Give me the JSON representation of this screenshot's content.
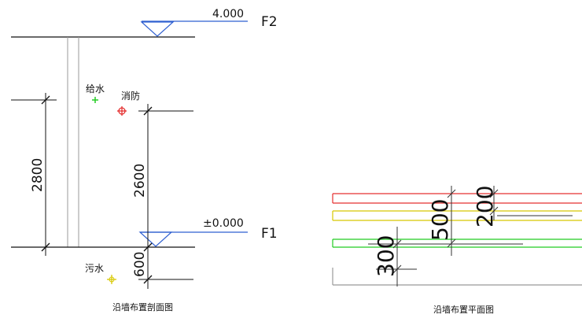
{
  "section": {
    "caption": "沿墙布置剖面图",
    "levels": [
      {
        "elevation": "4.000",
        "floor": "F2"
      },
      {
        "elevation": "±0.000",
        "floor": "F1"
      }
    ],
    "pipes": [
      {
        "label": "给水",
        "color": "#22cc22"
      },
      {
        "label": "消防",
        "color": "#e53030"
      },
      {
        "label": "污水",
        "color": "#d8c800"
      }
    ],
    "dimensions": [
      "2800",
      "2600",
      "600"
    ]
  },
  "plan": {
    "caption": "沿墙布置平面图",
    "dimensions": [
      "500",
      "200",
      "300"
    ],
    "line_colors": [
      "#e53030",
      "#d8c800",
      "#22cc22",
      "#999999"
    ]
  }
}
